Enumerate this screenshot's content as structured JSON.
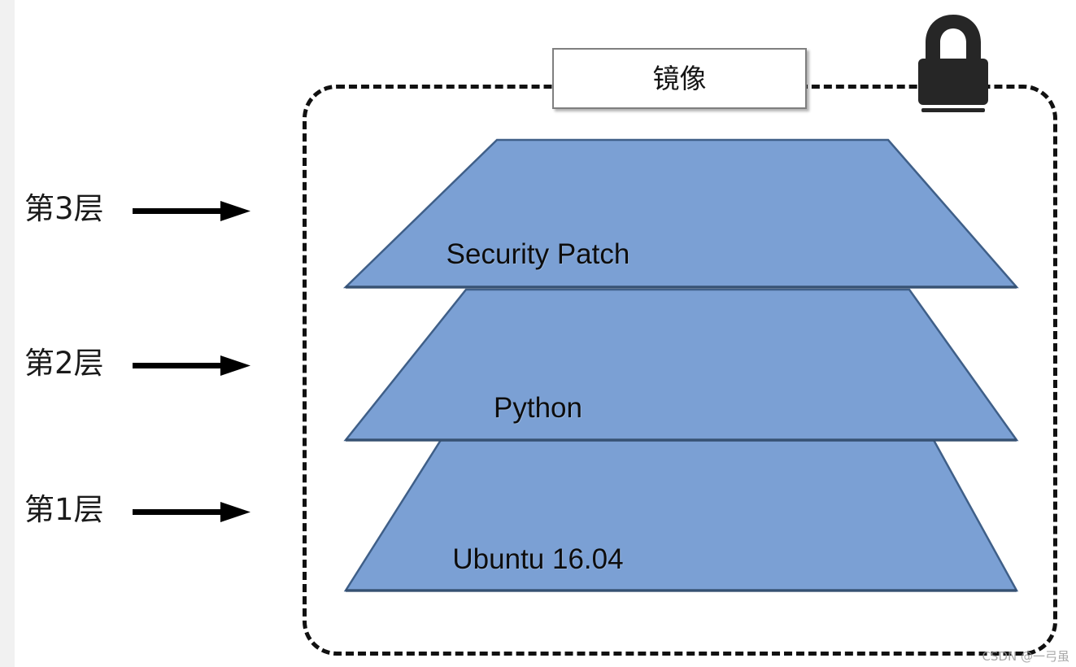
{
  "diagram": {
    "title_box": {
      "label": "镜像"
    },
    "lock": {
      "icon_name": "lock-icon",
      "color": "#262626"
    },
    "container": {
      "border_style": "dashed",
      "border_color": "#111111"
    },
    "left_labels": [
      {
        "text": "第3层",
        "arrow": "arrow-right-icon"
      },
      {
        "text": "第2层",
        "arrow": "arrow-right-icon"
      },
      {
        "text": "第1层",
        "arrow": "arrow-right-icon"
      }
    ],
    "layers": [
      {
        "label": "Security Patch",
        "fill": "#7ba0d4",
        "stroke": "#3f5f88",
        "level": 3
      },
      {
        "label": "Python",
        "fill": "#7ba0d4",
        "stroke": "#3f5f88",
        "level": 2
      },
      {
        "label": "Ubuntu 16.04",
        "fill": "#7ba0d4",
        "stroke": "#3f5f88",
        "level": 1
      }
    ],
    "watermark": "CSDN @一弓虽"
  }
}
